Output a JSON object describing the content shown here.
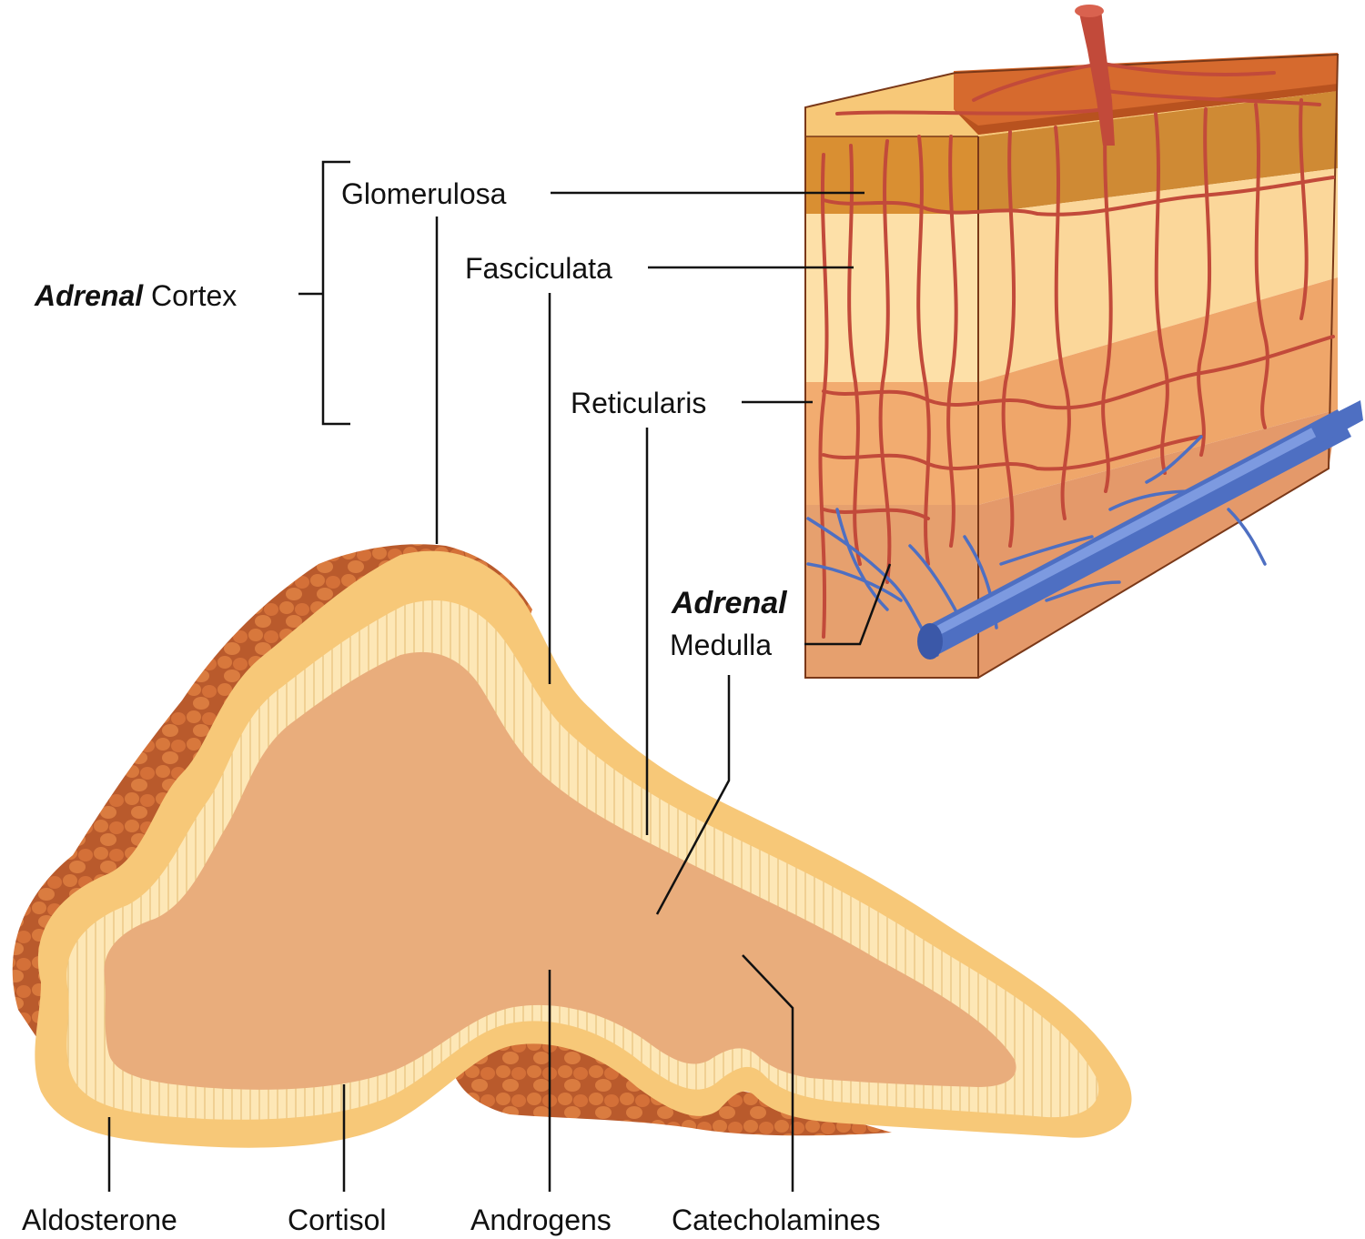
{
  "labels": {
    "adrenal_cortex_prefix": "Adrenal",
    "adrenal_cortex_suffix": "Cortex",
    "glomerulosa": "Glomerulosa",
    "fasciculata": "Fasciculata",
    "reticularis": "Reticularis",
    "adrenal_medulla_prefix": "Adrenal",
    "adrenal_medulla_suffix": "Medulla",
    "aldosterone": "Aldosterone",
    "cortisol": "Cortisol",
    "androgens": "Androgens",
    "catecholamines": "Catecholamines"
  },
  "colors": {
    "capsule": "#c8642a",
    "glomerulosa_zone": "#e8a550",
    "fasciculata_zone": "#fde0a8",
    "reticularis_zone": "#f2b27a",
    "medulla": "#e9ad7c",
    "artery": "#c24a3a",
    "vein": "#4e6fc2",
    "leader_line": "#111111"
  }
}
